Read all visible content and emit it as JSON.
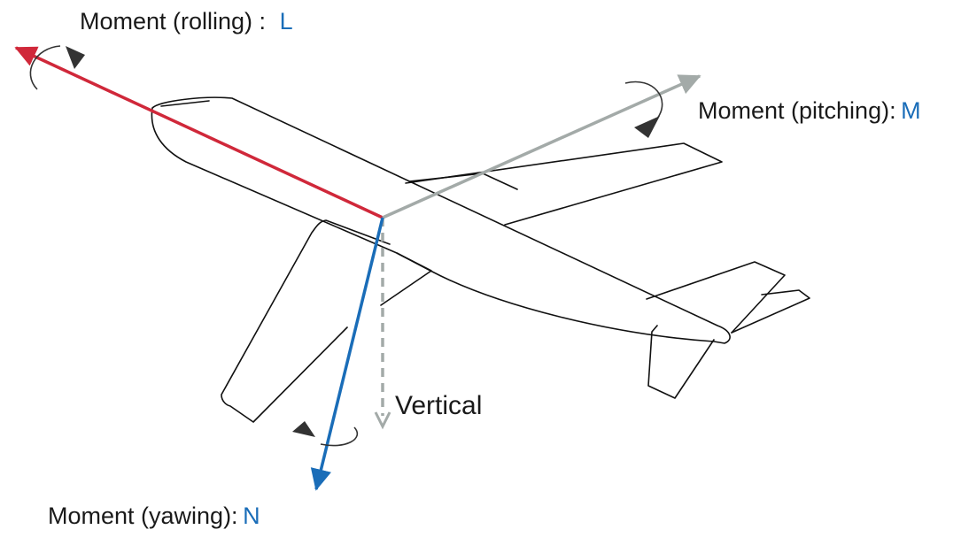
{
  "colors": {
    "roll_axis": "#d0283a",
    "pitch_axis": "#a3aaa8",
    "yaw_axis": "#1a6db8",
    "vertical_axis": "#a3aaa8",
    "label_text": "#1a1a1a",
    "moment_symbol": "#1a6db8",
    "outline": "#111111",
    "rotation_arrow": "#333333"
  },
  "labels": {
    "rolling": {
      "text": "Moment (rolling) : ",
      "symbol": "L"
    },
    "pitching": {
      "text": "Moment (pitching): ",
      "symbol": "M"
    },
    "yawing": {
      "text": "Moment (yawing): ",
      "symbol": "N"
    },
    "vertical": "Vertical"
  }
}
